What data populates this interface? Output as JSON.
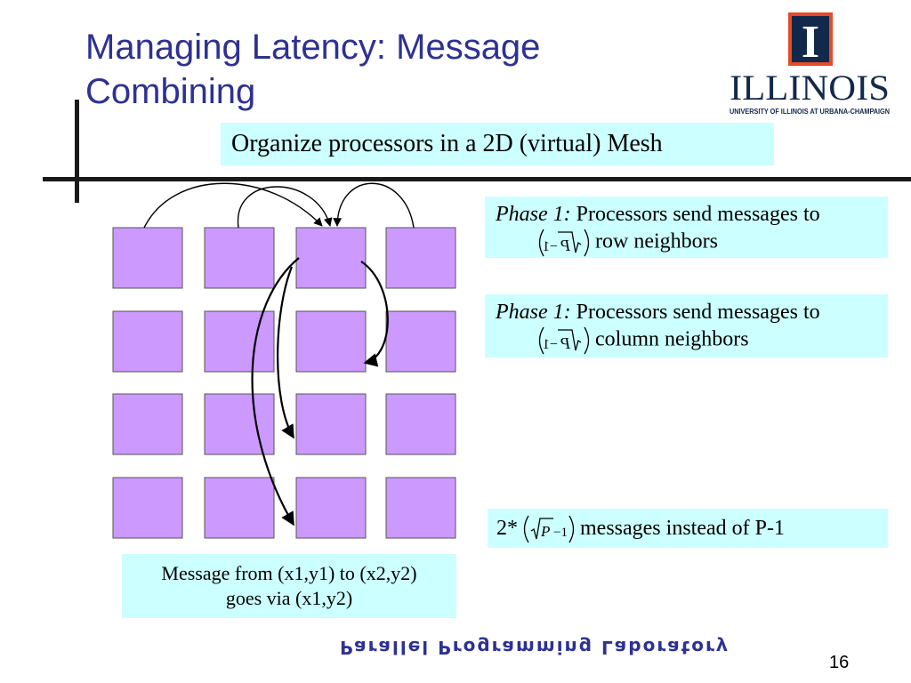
{
  "slide": {
    "title": "Managing Latency: Message Combining",
    "subtitle": "Organize processors in a 2D (virtual) Mesh",
    "page_number": "16",
    "footer": "Parallel Programming Laboratory"
  },
  "logo": {
    "university": "ILLINOIS",
    "caption": "UNIVERSITY OF ILLINOIS AT URBANA-CHAMPAIGN",
    "mark": "I"
  },
  "phases": [
    {
      "label": "Phase 1:",
      "text_line1": " Processors send messages to",
      "text_line2": "row neighbors"
    },
    {
      "label": "Phase 1:",
      "text_line1": " Processors send messages to",
      "text_line2": "column neighbors"
    }
  ],
  "count_box": {
    "prefix": "2*",
    "suffix": "messages instead of  P-1"
  },
  "message_box": {
    "line1": "Message from (x1,y1) to (x2,y2)",
    "line2": "goes via (x1,y2)"
  },
  "colors": {
    "title": "#2e3192",
    "cell": "#cc99ff",
    "box": "#ccffff",
    "logo_blue": "#13294b",
    "logo_orange": "#e84a27"
  }
}
